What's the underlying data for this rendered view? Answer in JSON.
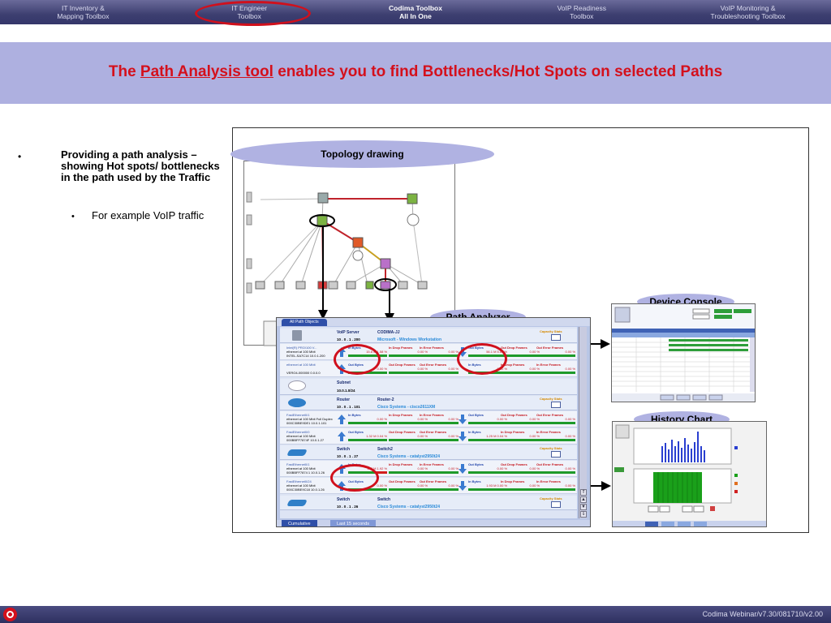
{
  "nav": {
    "tabs": [
      {
        "line1": "IT Inventory &",
        "line2": "Mapping Toolbox"
      },
      {
        "line1": "IT Engineer",
        "line2": "Toolbox"
      },
      {
        "line1": "Codima Toolbox",
        "line2": "All In One"
      },
      {
        "line1": "VoIP Readiness",
        "line2": "Toolbox"
      },
      {
        "line1": "VoIP Monitoring &",
        "line2": "Troubleshooting Toolbox"
      }
    ],
    "active_tab": "Codima Toolbox"
  },
  "headline": {
    "prefix": "The ",
    "link": "Path Analysis tool",
    "suffix": " enables you to find Bottlenecks/Hot Spots on selected Paths"
  },
  "bullets": {
    "main": "Providing a path analysis – showing Hot spots/ bottlenecks in the path used by the Traffic",
    "sub": "For example VoIP traffic",
    "marker_main": "•",
    "marker_sub": "•"
  },
  "labels": {
    "topology": "Topology drawing",
    "path_analyzer": "Path Analyzer",
    "device_console": "Device Console",
    "history_chart": "History Chart"
  },
  "analyzer": {
    "tab_label": "All Path Objects",
    "bottom_tabs": [
      "Cumulative",
      "Last 15 seconds"
    ],
    "capacity_label": "Capacity Stats",
    "devices": [
      {
        "kind": "VoIP Server",
        "name": "CODIMA-JJ",
        "ip": "10 . 0 . 1 . 200",
        "vendor": "Microsoft - Windows Workstation",
        "icon": "server"
      },
      {
        "kind": "Subnet",
        "name": "",
        "ip": "10.0.1.0/24",
        "vendor": "",
        "icon": "cloud"
      },
      {
        "kind": "Router",
        "name": "Router-2",
        "ip": "10 . 0 . 1 . 101",
        "vendor": "Cisco Systems - cisco2611XM",
        "icon": "router"
      },
      {
        "kind": "Switch",
        "name": "Switch2",
        "ip": "10 . 0 . 1 . 27",
        "vendor": "Cisco Systems - catalyst2950t24",
        "icon": "switch"
      },
      {
        "kind": "Switch",
        "name": "Switch",
        "ip": "10 . 0 . 1 . 26",
        "vendor": "Cisco Systems - catalyst2950t24",
        "icon": "switch"
      }
    ],
    "interfaces": [
      {
        "name": "Intel(R) PRO/100 V...",
        "desc": "ethernet at 100 Mbit",
        "id": "INTEL-SA7C14",
        "ip": "10.0.1.200",
        "in_val": "15.8 M  1.58 %",
        "out_val": "56.1 M  5.61 %"
      },
      {
        "name": "ethernet at 100 Mbit",
        "desc": "",
        "id": "VERO4-000000",
        "ip": "0.0.0.0",
        "in_val": "0.00 %",
        "out_val": "0.00 %"
      },
      {
        "name": "FastEthernet0/1",
        "desc": "ethernet at 100 Mbit  Full Duplex",
        "id": "000C30BE9DE1",
        "ip": "10.0.1.101",
        "in_val": "0.00 %",
        "out_val": "0.00 %"
      },
      {
        "name": "FastEthernet0/0",
        "desc": "ethernet at 100 Mbit",
        "id": "000BBFF7874F",
        "ip": "10.0.1.27",
        "in_val": "1.32 M  0.04 %",
        "out_val": "1.25 M  0.04 %"
      },
      {
        "name": "FastEthernet0/1",
        "desc": "ethernet at 100 Mbit",
        "id": "000BBFF7874 1",
        "ip": "10.0.1.26",
        "in_val": "147 M  1.92 %",
        "out_val": "0.00 %"
      },
      {
        "name": "FastEthernet0/24",
        "desc": "ethernet at 100 Mbit",
        "id": "000C30BE9C18",
        "ip": "10.0.1.26",
        "in_val": "0.00 %",
        "out_val": "1.93 M  0.00 %"
      }
    ],
    "metric_titles": {
      "in_bytes": "In Bytes",
      "in_drop": "In Drop Frames",
      "in_error": "In Error Frames",
      "out_bytes": "Out Bytes",
      "out_drop": "Out Drop Frames",
      "out_error": "Out Error Frames"
    },
    "zero_val": "0.00 %"
  },
  "footer": {
    "version": "Codima Webinar/v7.30/081710/v2.00"
  },
  "colors": {
    "accent_red": "#d4101c",
    "band": "#aeb0e0",
    "nav": "#3d3f70"
  }
}
